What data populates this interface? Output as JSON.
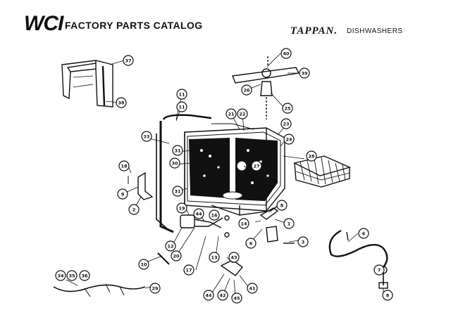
{
  "header": {
    "logo": "WCI",
    "title": "FACTORY PARTS CATALOG",
    "brand": "TAPPAN.",
    "product": "DISHWASHERS"
  },
  "callouts": [
    "37",
    "38",
    "40",
    "39",
    "26",
    "25",
    "11",
    "11",
    "21",
    "22",
    "23",
    "24",
    "33",
    "31",
    "30",
    "27",
    "28",
    "18",
    "9",
    "2",
    "31",
    "19",
    "44",
    "16",
    "12",
    "20",
    "14",
    "8",
    "1",
    "6",
    "3",
    "13",
    "43",
    "17",
    "10",
    "6",
    "7",
    "8",
    "34",
    "35",
    "36",
    "29",
    "44",
    "42",
    "45",
    "41"
  ]
}
